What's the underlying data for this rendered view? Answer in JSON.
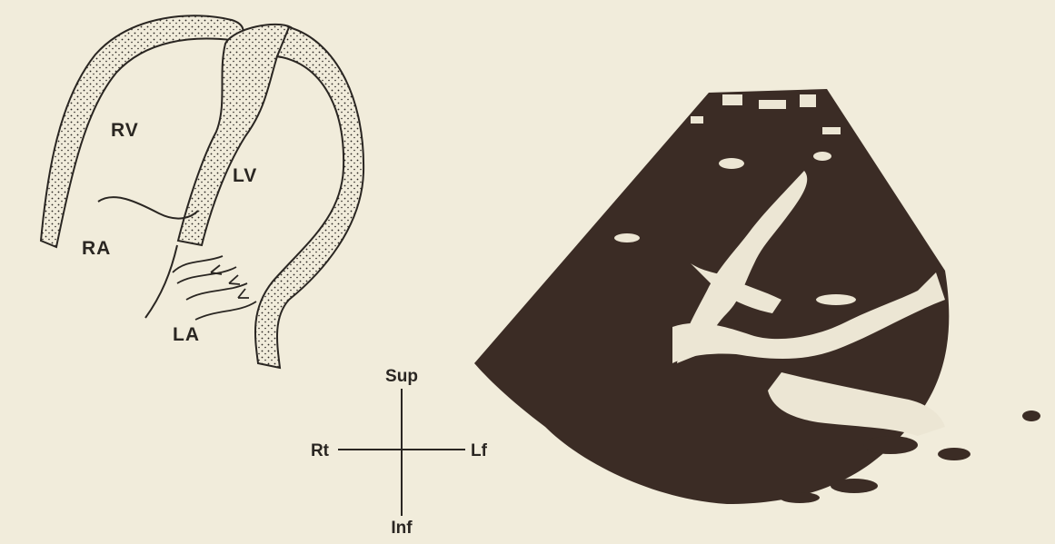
{
  "colors": {
    "paper": "#f1ecdb",
    "ink": "#2a2622",
    "echo_dark": "#3b2c25",
    "echo_bright": "#ece6d4"
  },
  "diagram": {
    "chambers": {
      "rv": "RV",
      "lv": "LV",
      "ra": "RA",
      "la": "LA"
    },
    "orientation": {
      "superior": "Sup",
      "inferior": "Inf",
      "right": "Rt",
      "left": "Lf"
    }
  }
}
